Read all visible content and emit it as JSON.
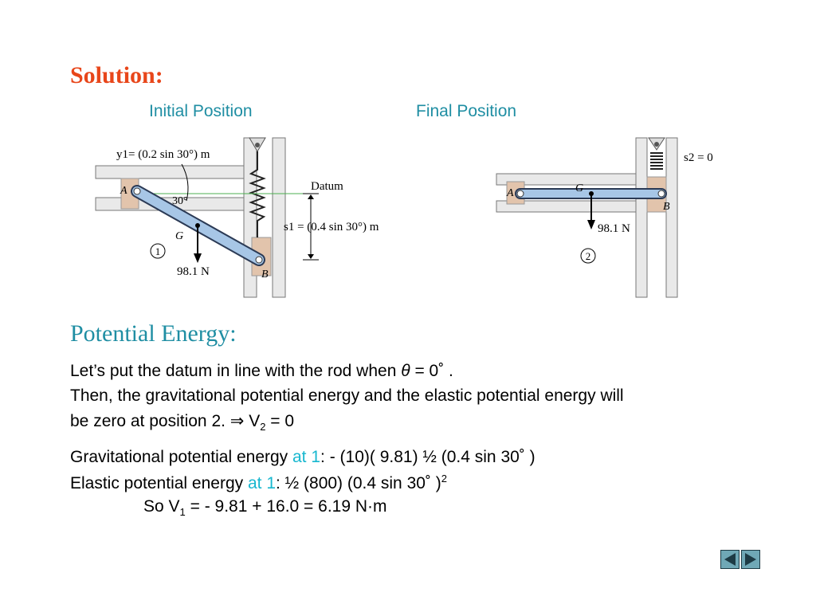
{
  "heading": "Solution:",
  "captions": {
    "initial": "Initial Position",
    "final": "Final Position"
  },
  "figure1": {
    "y1_label": "y1= (0.2 sin 30°) m",
    "angle_label": "30°",
    "datum_label": "Datum",
    "s1_label": "s1 = (0.4 sin 30°) m",
    "point_a": "A",
    "point_b": "B",
    "point_g": "G",
    "weight_label": "98.1 N",
    "position_marker": "1"
  },
  "figure2": {
    "s2_label": "s2 = 0",
    "point_a": "A",
    "point_b": "B",
    "point_g": "G",
    "weight_label": "98.1 N",
    "position_marker": "2"
  },
  "pe_heading": "Potential Energy:",
  "lines": {
    "l1_text": "Let’s put the datum in line with the rod when ",
    "l1_theta": "θ",
    "l1_rest": " = 0˚ .",
    "l2": "Then, the gravitational potential energy and the elastic potential energy will",
    "l3_text": "be zero at position 2.  ⇒ V",
    "l3_sub": "2",
    "l3_rest": " = 0",
    "l4_text": "Gravitational potential energy ",
    "l4_teal": "at 1",
    "l4_rest": ": - (10)( 9.81) ½ (0.4 sin 30˚ )",
    "l5_text": "Elastic potential energy ",
    "l5_teal": "at 1",
    "l5_rest": ":  ½ (800) (0.4 sin 30˚ )",
    "l5_sup": "2",
    "l6_text": "So  V",
    "l6_sub": "1",
    "l6_rest": " =   - 9.81 + 16.0  =  6.19 N·m"
  },
  "nav": {
    "prev_icon": "left-triangle-icon",
    "next_icon": "right-triangle-icon"
  },
  "colors": {
    "heading": "#e8461a",
    "teal": "#1f8ea3",
    "highlight": "#17b7cf",
    "rod": "#a7c6e6",
    "wall": "#e2c4ac"
  }
}
